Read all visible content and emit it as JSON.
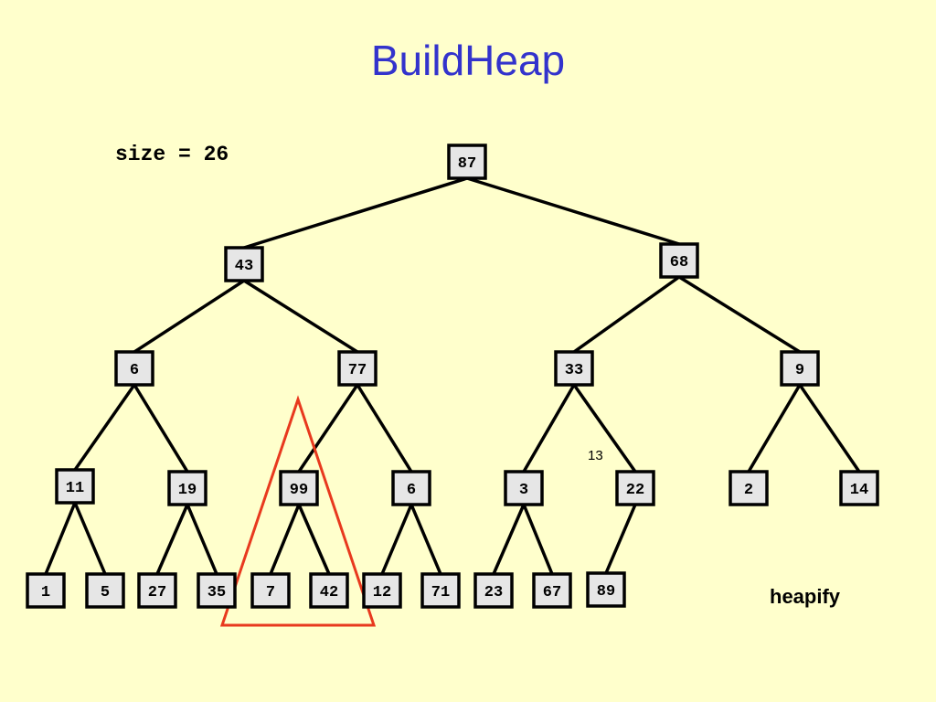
{
  "title": "BuildHeap",
  "size_label": "size = 26",
  "caption": "heapify",
  "annotation_index": "13",
  "colors": {
    "background": "#ffffcc",
    "title": "#3333cc",
    "node_fill": "#e6e6e6",
    "edge": "#000000",
    "highlight": "#e8391e"
  },
  "tree": {
    "nodes": [
      "87",
      "43",
      "68",
      "6",
      "77",
      "33",
      "9",
      "11",
      "19",
      "99",
      "6",
      "3",
      "22",
      "2",
      "14",
      "1",
      "5",
      "27",
      "35",
      "7",
      "42",
      "12",
      "71",
      "23",
      "67",
      "89"
    ],
    "edges": [
      [
        0,
        1
      ],
      [
        0,
        2
      ],
      [
        1,
        3
      ],
      [
        1,
        4
      ],
      [
        2,
        5
      ],
      [
        2,
        6
      ],
      [
        3,
        7
      ],
      [
        3,
        8
      ],
      [
        4,
        9
      ],
      [
        4,
        10
      ],
      [
        5,
        11
      ],
      [
        5,
        12
      ],
      [
        6,
        13
      ],
      [
        6,
        14
      ],
      [
        7,
        15
      ],
      [
        7,
        16
      ],
      [
        8,
        17
      ],
      [
        8,
        18
      ],
      [
        9,
        19
      ],
      [
        9,
        20
      ],
      [
        10,
        21
      ],
      [
        10,
        22
      ],
      [
        11,
        23
      ],
      [
        11,
        24
      ],
      [
        12,
        25
      ]
    ],
    "highlighted_subtree_root": 9
  }
}
